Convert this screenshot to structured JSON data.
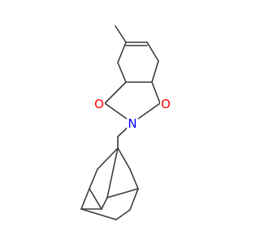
{
  "molecule": {
    "atoms": {
      "oxygen_left": "O",
      "oxygen_right": "O",
      "nitrogen": "N"
    },
    "colors": {
      "bond": "#3b3b3b",
      "oxygen": "#ff0000",
      "nitrogen": "#0000ff",
      "background": "#ffffff"
    }
  }
}
